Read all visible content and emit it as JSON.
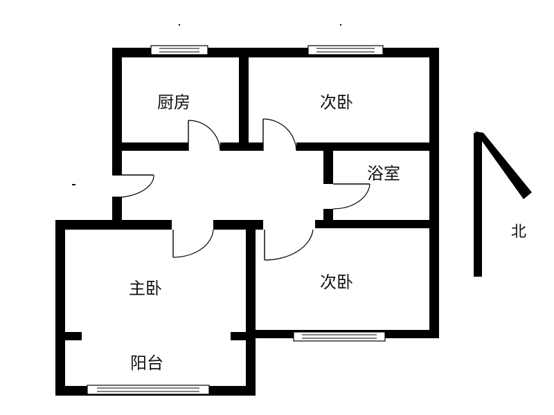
{
  "rooms": {
    "kitchen": "厨房",
    "bedroom_north": "次卧",
    "bathroom": "浴室",
    "master_bedroom": "主卧",
    "bedroom_south": "次卧",
    "balcony": "阳台"
  },
  "north_label": "北",
  "colors": {
    "wall": "#000000",
    "background": "#ffffff"
  }
}
